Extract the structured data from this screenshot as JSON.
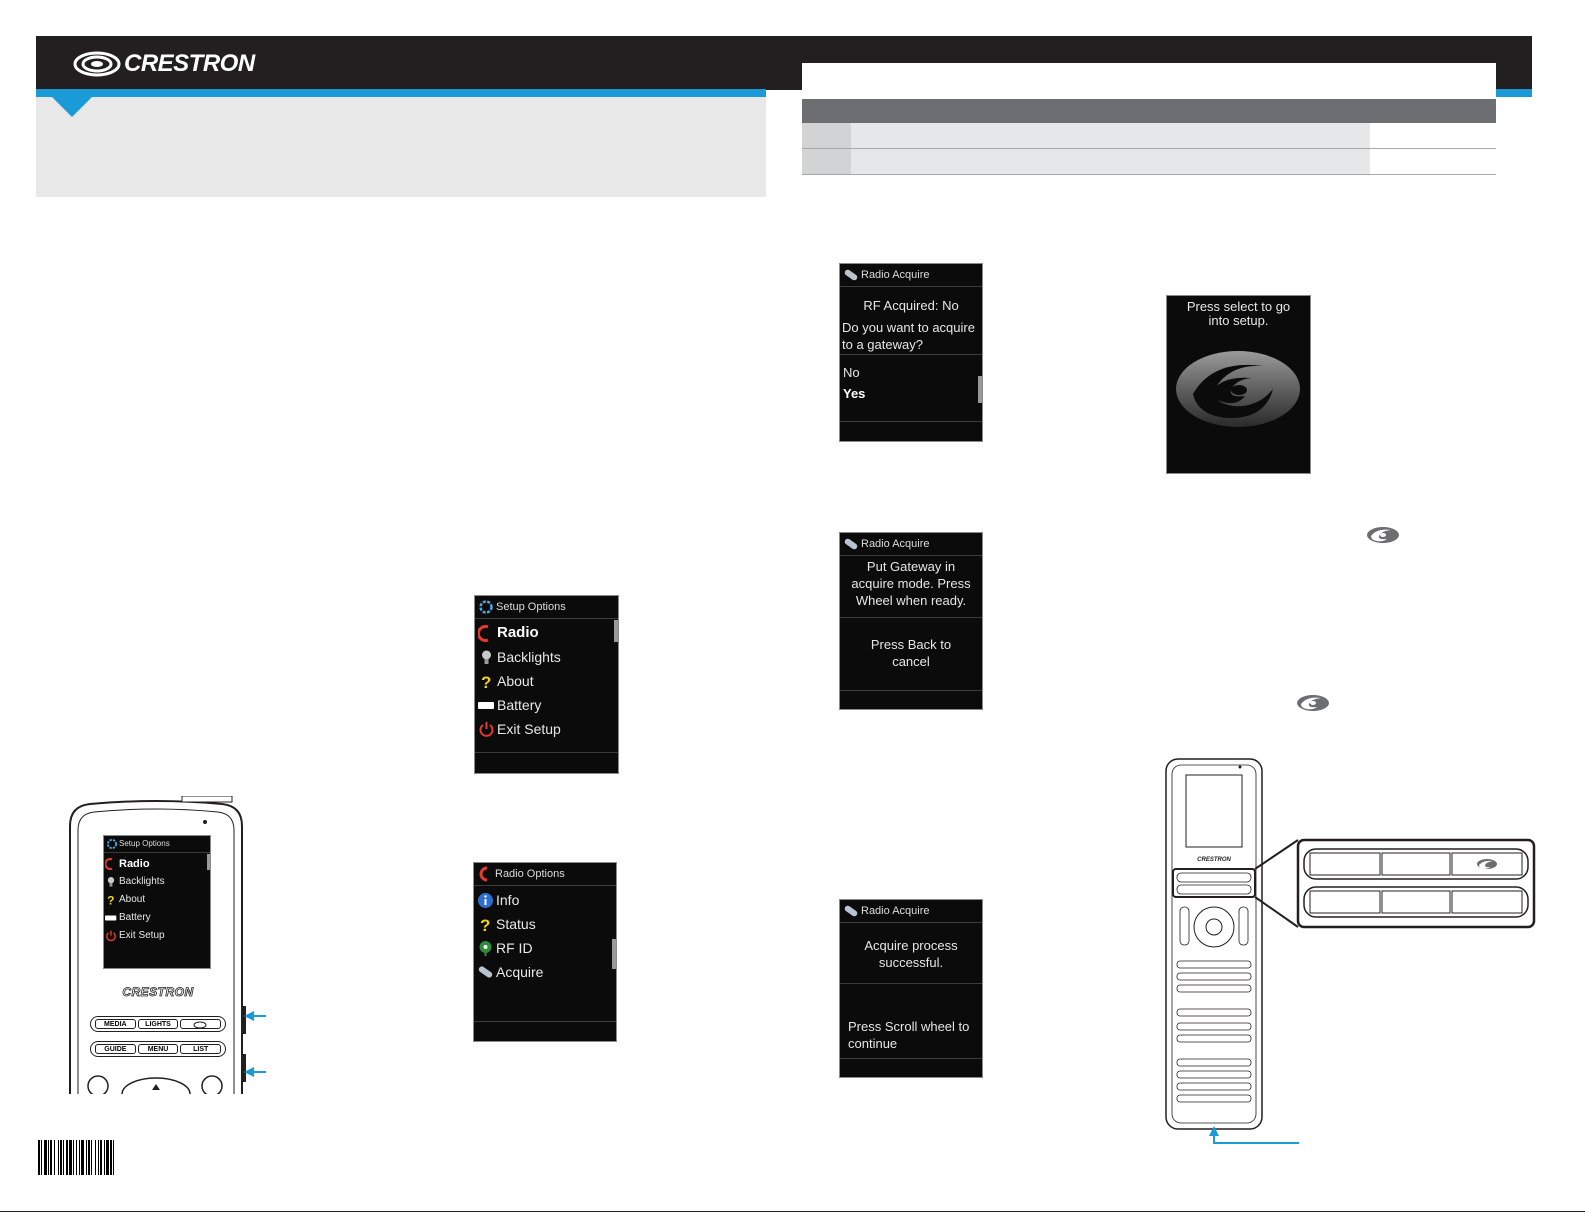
{
  "brand": {
    "logo_text": "CRESTRON"
  },
  "colors": {
    "accent": "#1a9ad6",
    "header": "#231f20",
    "table_header": "#6d6e71"
  },
  "screens": {
    "setup_options_large": {
      "title": "Setup Options",
      "items": [
        {
          "label": "Radio",
          "icon": "radio-icon",
          "selected": true
        },
        {
          "label": "Backlights",
          "icon": "bulb-icon"
        },
        {
          "label": "About",
          "icon": "question-icon"
        },
        {
          "label": "Battery",
          "icon": "battery-icon"
        },
        {
          "label": "Exit Setup",
          "icon": "power-icon"
        }
      ]
    },
    "radio_options": {
      "title": "Radio Options",
      "items": [
        {
          "label": "Info",
          "icon": "info-icon"
        },
        {
          "label": "Status",
          "icon": "question-icon"
        },
        {
          "label": "RF ID",
          "icon": "rf-id-icon"
        },
        {
          "label": "Acquire",
          "icon": "acquire-icon"
        }
      ]
    },
    "radio_acquire_1": {
      "title": "Radio Acquire",
      "status": "RF Acquired: No",
      "question": "Do you want to acquire to a gateway?",
      "options": [
        "No",
        "Yes"
      ]
    },
    "radio_acquire_2": {
      "title": "Radio Acquire",
      "message": "Put Gateway in acquire mode. Press Wheel when ready.",
      "cancel": "Press Back to cancel"
    },
    "radio_acquire_3": {
      "title": "Radio Acquire",
      "message": "Acquire process successful.",
      "continue": "Press Scroll wheel to continue"
    },
    "splash": {
      "message": "Press select to go into setup."
    }
  },
  "remote": {
    "brand": "CRESTRON",
    "buttons_row1": [
      "MEDIA",
      "LIGHTS",
      ""
    ],
    "buttons_row2": [
      "GUIDE",
      "MENU",
      "LIST"
    ]
  }
}
